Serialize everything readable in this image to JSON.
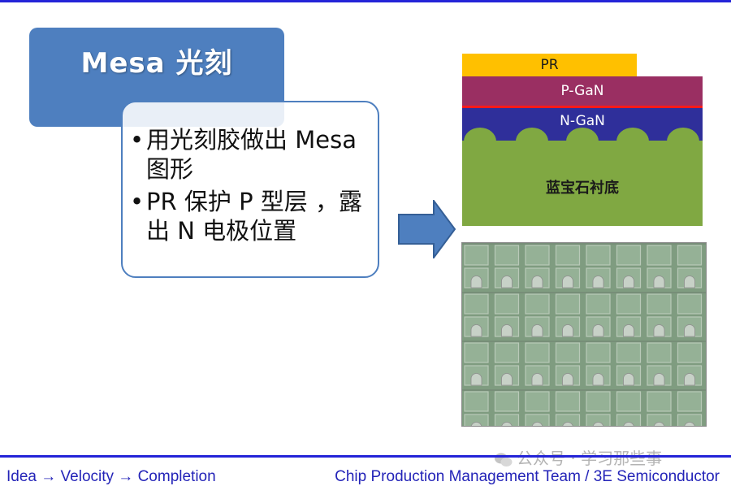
{
  "title": "Mesa 光刻",
  "bullets": [
    "用光刻胶做出 Mesa 图形",
    "PR 保护 P 型层 ，露出 N 电极位置"
  ],
  "layers": {
    "pr": "PR",
    "pgan": "P-GaN",
    "ngan": "N-GaN",
    "substrate": "蓝宝石衬底"
  },
  "footer": {
    "left": "Idea → Velocity → Completion",
    "right": "Chip Production Management Team / 3E Semiconductor"
  },
  "watermark": "公众号 · 学习那些事",
  "colors": {
    "title_box": "#4e7fbf",
    "pr": "#ffc000",
    "pgan": "#9a2f62",
    "junction": "#ff1a1a",
    "ngan": "#2f2f9a",
    "substrate": "#80a842",
    "rule": "#2424d8",
    "footer_text": "#2424b8"
  }
}
